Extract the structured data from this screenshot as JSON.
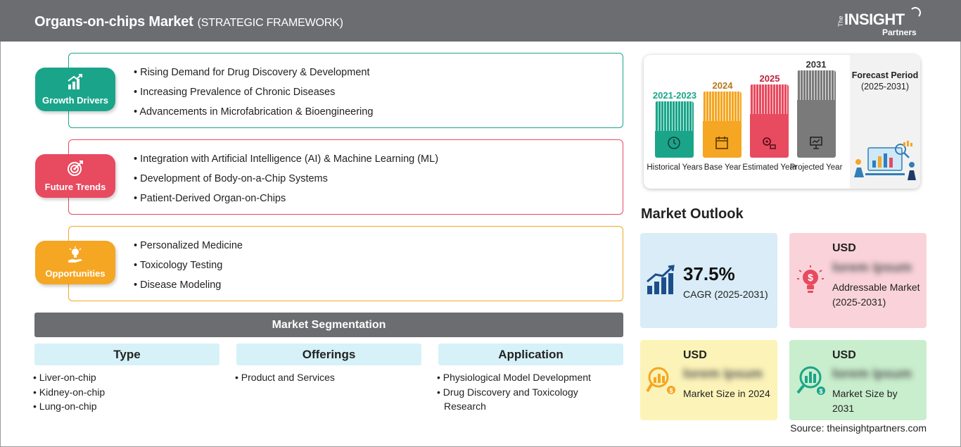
{
  "header": {
    "title": "Organs-on-chips Market",
    "subtitle": "(STRATEGIC FRAMEWORK)",
    "logo_the": "The",
    "logo_insight": "INSIGHT",
    "logo_partners": "Partners"
  },
  "framework": {
    "growth": {
      "label": "Growth Drivers",
      "color": "#1aa58a",
      "items": [
        "Rising Demand for Drug Discovery & Development",
        "Increasing Prevalence of Chronic Diseases",
        "Advancements in Microfabrication & Bioengineering"
      ]
    },
    "trends": {
      "label": "Future Trends",
      "color": "#e84a5f",
      "items": [
        "Integration with Artificial Intelligence (AI) & Machine Learning (ML)",
        "Development of Body-on-a-Chip Systems",
        "Patient-Derived Organ-on-Chips"
      ]
    },
    "opportunities": {
      "label": "Opportunities",
      "color": "#f5a623",
      "items": [
        "Personalized Medicine",
        "Toxicology Testing",
        "Disease Modeling"
      ]
    }
  },
  "segmentation": {
    "title": "Market Segmentation",
    "columns": [
      {
        "header": "Type",
        "items": [
          "Liver-on-chip",
          "Kidney-on-chip",
          "Lung-on-chip"
        ]
      },
      {
        "header": "Offerings",
        "items": [
          "Product and Services"
        ]
      },
      {
        "header": "Application",
        "items": [
          "Physiological Model Development",
          "Drug Discovery and Toxicology Research"
        ]
      }
    ]
  },
  "timeline": {
    "bars": [
      {
        "year": "2021-2023",
        "caption": "Historical Years",
        "color": "#1aa58a"
      },
      {
        "year": "2024",
        "caption": "Base Year",
        "color": "#f5a623"
      },
      {
        "year": "2025",
        "caption": "Estimated Year",
        "color": "#e84a5f"
      },
      {
        "year": "2031",
        "caption": "Projected Year",
        "color": "#7a7a7a"
      }
    ],
    "forecast_label": "Forecast Period",
    "forecast_range": "(2025-2031)"
  },
  "outlook": {
    "title": "Market Outlook",
    "cagr": {
      "value": "37.5%",
      "label": "CAGR (2025-2031)",
      "bg": "#d9ecf7"
    },
    "addressable": {
      "usd": "USD",
      "value": "lorem ipsum",
      "label": "Addressable Market (2025-2031)",
      "bg": "#f9d3d9"
    },
    "size2024": {
      "usd": "USD",
      "value": "lorem ipsum",
      "label": "Market Size in 2024",
      "bg": "#fcf3b8"
    },
    "size2031": {
      "usd": "USD",
      "value": "lorem ipsum",
      "label": "Market Size by 2031",
      "bg": "#c8eecd"
    }
  },
  "source": "Source: theinsightpartners.com"
}
